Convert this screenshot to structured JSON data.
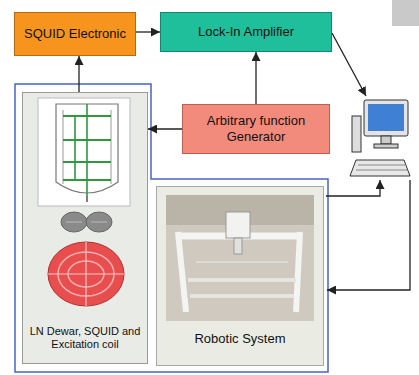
{
  "diagram": {
    "nodes": [
      {
        "text": [
          "SQUID Electronic"
        ]
      },
      {
        "text": [
          "Lock-In Amplifier"
        ]
      },
      {
        "text": [
          "Arbitrary function Generator"
        ]
      },
      {
        "text": [
          "LN Dewar, SQUID and Excitation coil"
        ]
      },
      {
        "text": [
          "Robotic System"
        ]
      }
    ],
    "edges": [
      {
        "from": 0,
        "to": 1,
        "arrow": "to"
      },
      {
        "from": 2,
        "to": 1,
        "arrow": "to"
      },
      {
        "from": 2,
        "to": 3,
        "arrow": "to"
      },
      {
        "from": 3,
        "to": 0,
        "arrow": "to"
      }
    ]
  }
}
